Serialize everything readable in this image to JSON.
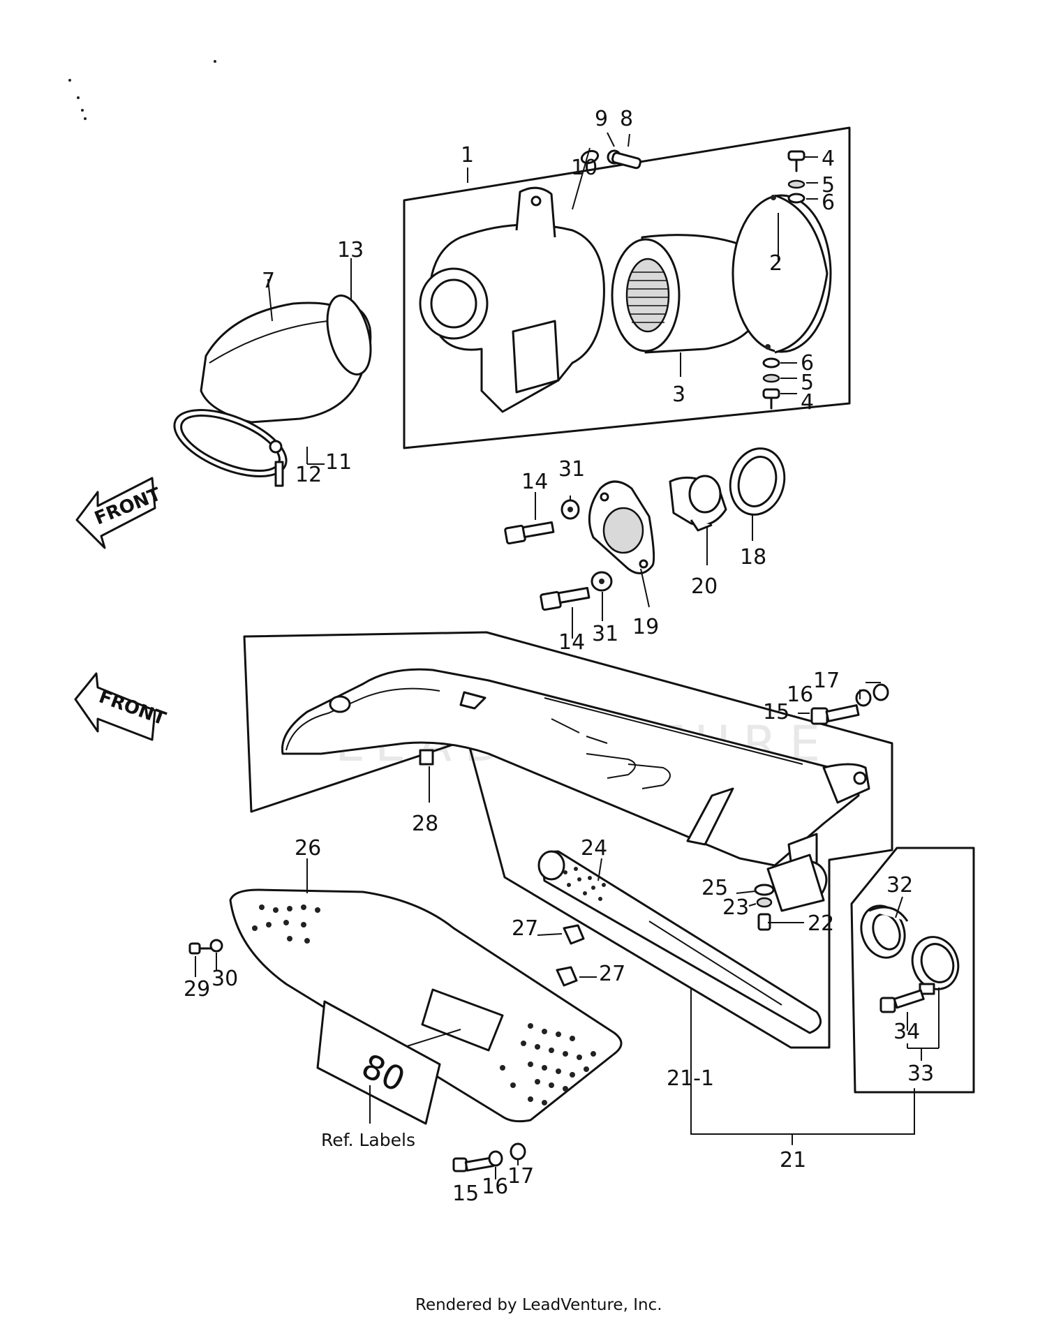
{
  "diagram": {
    "callouts": {
      "c1": "1",
      "c2": "2",
      "c3": "3",
      "c4a": "4",
      "c4b": "4",
      "c5a": "5",
      "c5b": "5",
      "c6a": "6",
      "c6b": "6",
      "c7": "7",
      "c8": "8",
      "c9": "9",
      "c10": "10",
      "c11": "11",
      "c12": "12",
      "c13": "13",
      "c14a": "14",
      "c14b": "14",
      "c15a": "15",
      "c15b": "15",
      "c16a": "16",
      "c16b": "16",
      "c17a": "17",
      "c17b": "17",
      "c18": "18",
      "c19": "19",
      "c20": "20",
      "c21": "21",
      "c21_1": "21-1",
      "c22": "22",
      "c23": "23",
      "c24": "24",
      "c25": "25",
      "c26": "26",
      "c27a": "27",
      "c27b": "27",
      "c28": "28",
      "c29": "29",
      "c30": "30",
      "c31a": "31",
      "c31b": "31",
      "c32": "32",
      "c33": "33",
      "c34": "34"
    },
    "front_label": "FRONT",
    "ref_labels": "Ref. Labels",
    "label_number": "80",
    "watermark": "LEADVENTURE",
    "footer": "Rendered by LeadVenture, Inc."
  }
}
